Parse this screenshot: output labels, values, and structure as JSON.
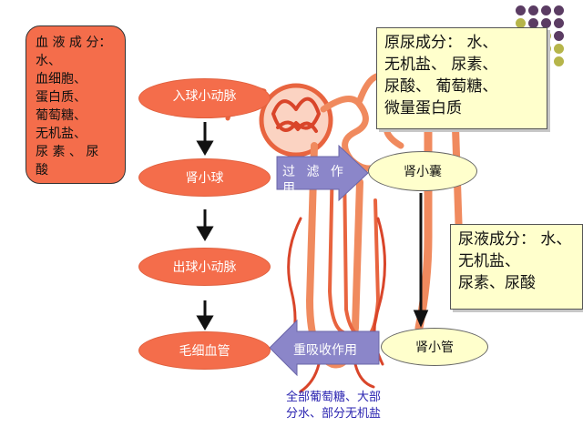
{
  "blood_box": {
    "lines": [
      "血 液 成 分：",
      "水、",
      "血细胞、",
      "蛋白质、",
      "葡萄糖、",
      "无机盐、",
      "尿 素 、 尿",
      "酸"
    ]
  },
  "flow": {
    "afferent": "入球小动脉",
    "glomerulus": "肾小球",
    "efferent": "出球小动脉",
    "capillary": "毛细血管",
    "capsule": "肾小囊",
    "tubule": "肾小管"
  },
  "process": {
    "filtration": "过 滤 作 用",
    "reabsorption": "重吸收作用"
  },
  "primary_urine": {
    "lines": [
      "原尿成分： 水、",
      "无机盐、 尿素、",
      "尿酸、 葡萄糖、",
      "微量蛋白质"
    ]
  },
  "urine": {
    "lines": [
      "尿液成分： 水、",
      "无机盐、",
      "尿素、尿酸"
    ]
  },
  "reabsorbed": {
    "lines": [
      "全部葡萄糖、大部",
      "分水、部分无机盐"
    ]
  },
  "colors": {
    "oval_red": "#f46d4b",
    "note_yellow": "#ffffcc",
    "arrow_purple": "#8b86c9",
    "dots_purple": "#5b3c63",
    "dots_olive": "#b6b54a",
    "text_blue": "#2a23b0"
  }
}
